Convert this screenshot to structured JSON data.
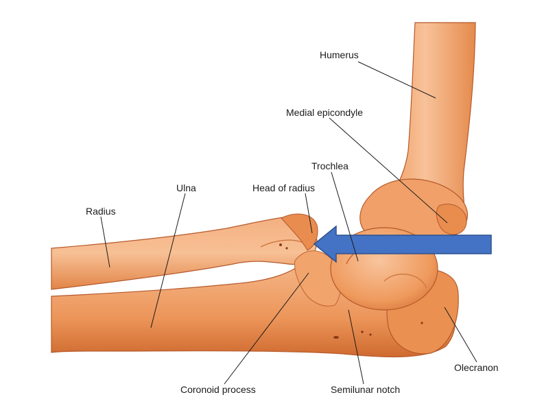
{
  "labels": {
    "humerus": "Humerus",
    "medial_epicondyle": "Medial epicondyle",
    "trochlea": "Trochlea",
    "ulna": "Ulna",
    "head_of_radius": "Head of radius",
    "radius": "Radius",
    "olecranon": "Olecranon",
    "coronoid_process": "Coronoid process",
    "semilunar_notch": "Semilunar notch"
  },
  "colors": {
    "bone_light": "#f6b584",
    "bone_mid": "#ef9a5d",
    "bone_dark": "#c8652e",
    "outline": "#9c4a1c",
    "arrow": "#4472c4",
    "arrow_border": "#2f528f",
    "leader_line": "#1a1a1a"
  }
}
